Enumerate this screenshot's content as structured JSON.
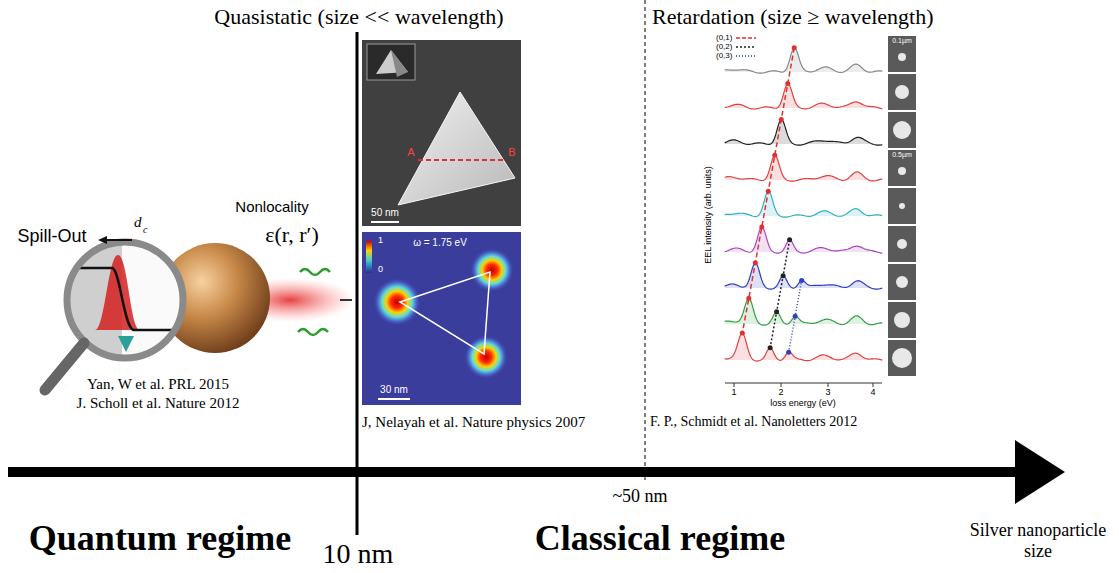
{
  "diagram": {
    "labels": [
      "Quasistatic (size << wavelength)",
      "Retardation (size ≥ wavelength)",
      "Spill-Out",
      "d",
      "c",
      "Nonlocality",
      "ε(r, r′)",
      "Yan, W et al. PRL 2015",
      "J. Scholl et al. Nature 2012",
      "A",
      "B",
      "50 nm",
      "ω = 1.75 eV",
      "1",
      "0",
      "30 nm",
      "J, Nelayah et al. Nature physics 2007",
      "EEL intensity (arb. units)",
      "1",
      "2",
      "3",
      "4",
      "loss energy (eV)",
      "0.1µm",
      "0.5µm",
      "F. P., Schmidt et al. Nanoletters 2012",
      "~50 nm",
      "Quantum regime",
      "10 nm",
      "Classical regime",
      "Silver nanoparticle size"
    ],
    "legend": [
      {
        "text": "(0,1)"
      },
      {
        "text": "(0,2)"
      },
      {
        "text": "(0,3)"
      }
    ]
  }
}
